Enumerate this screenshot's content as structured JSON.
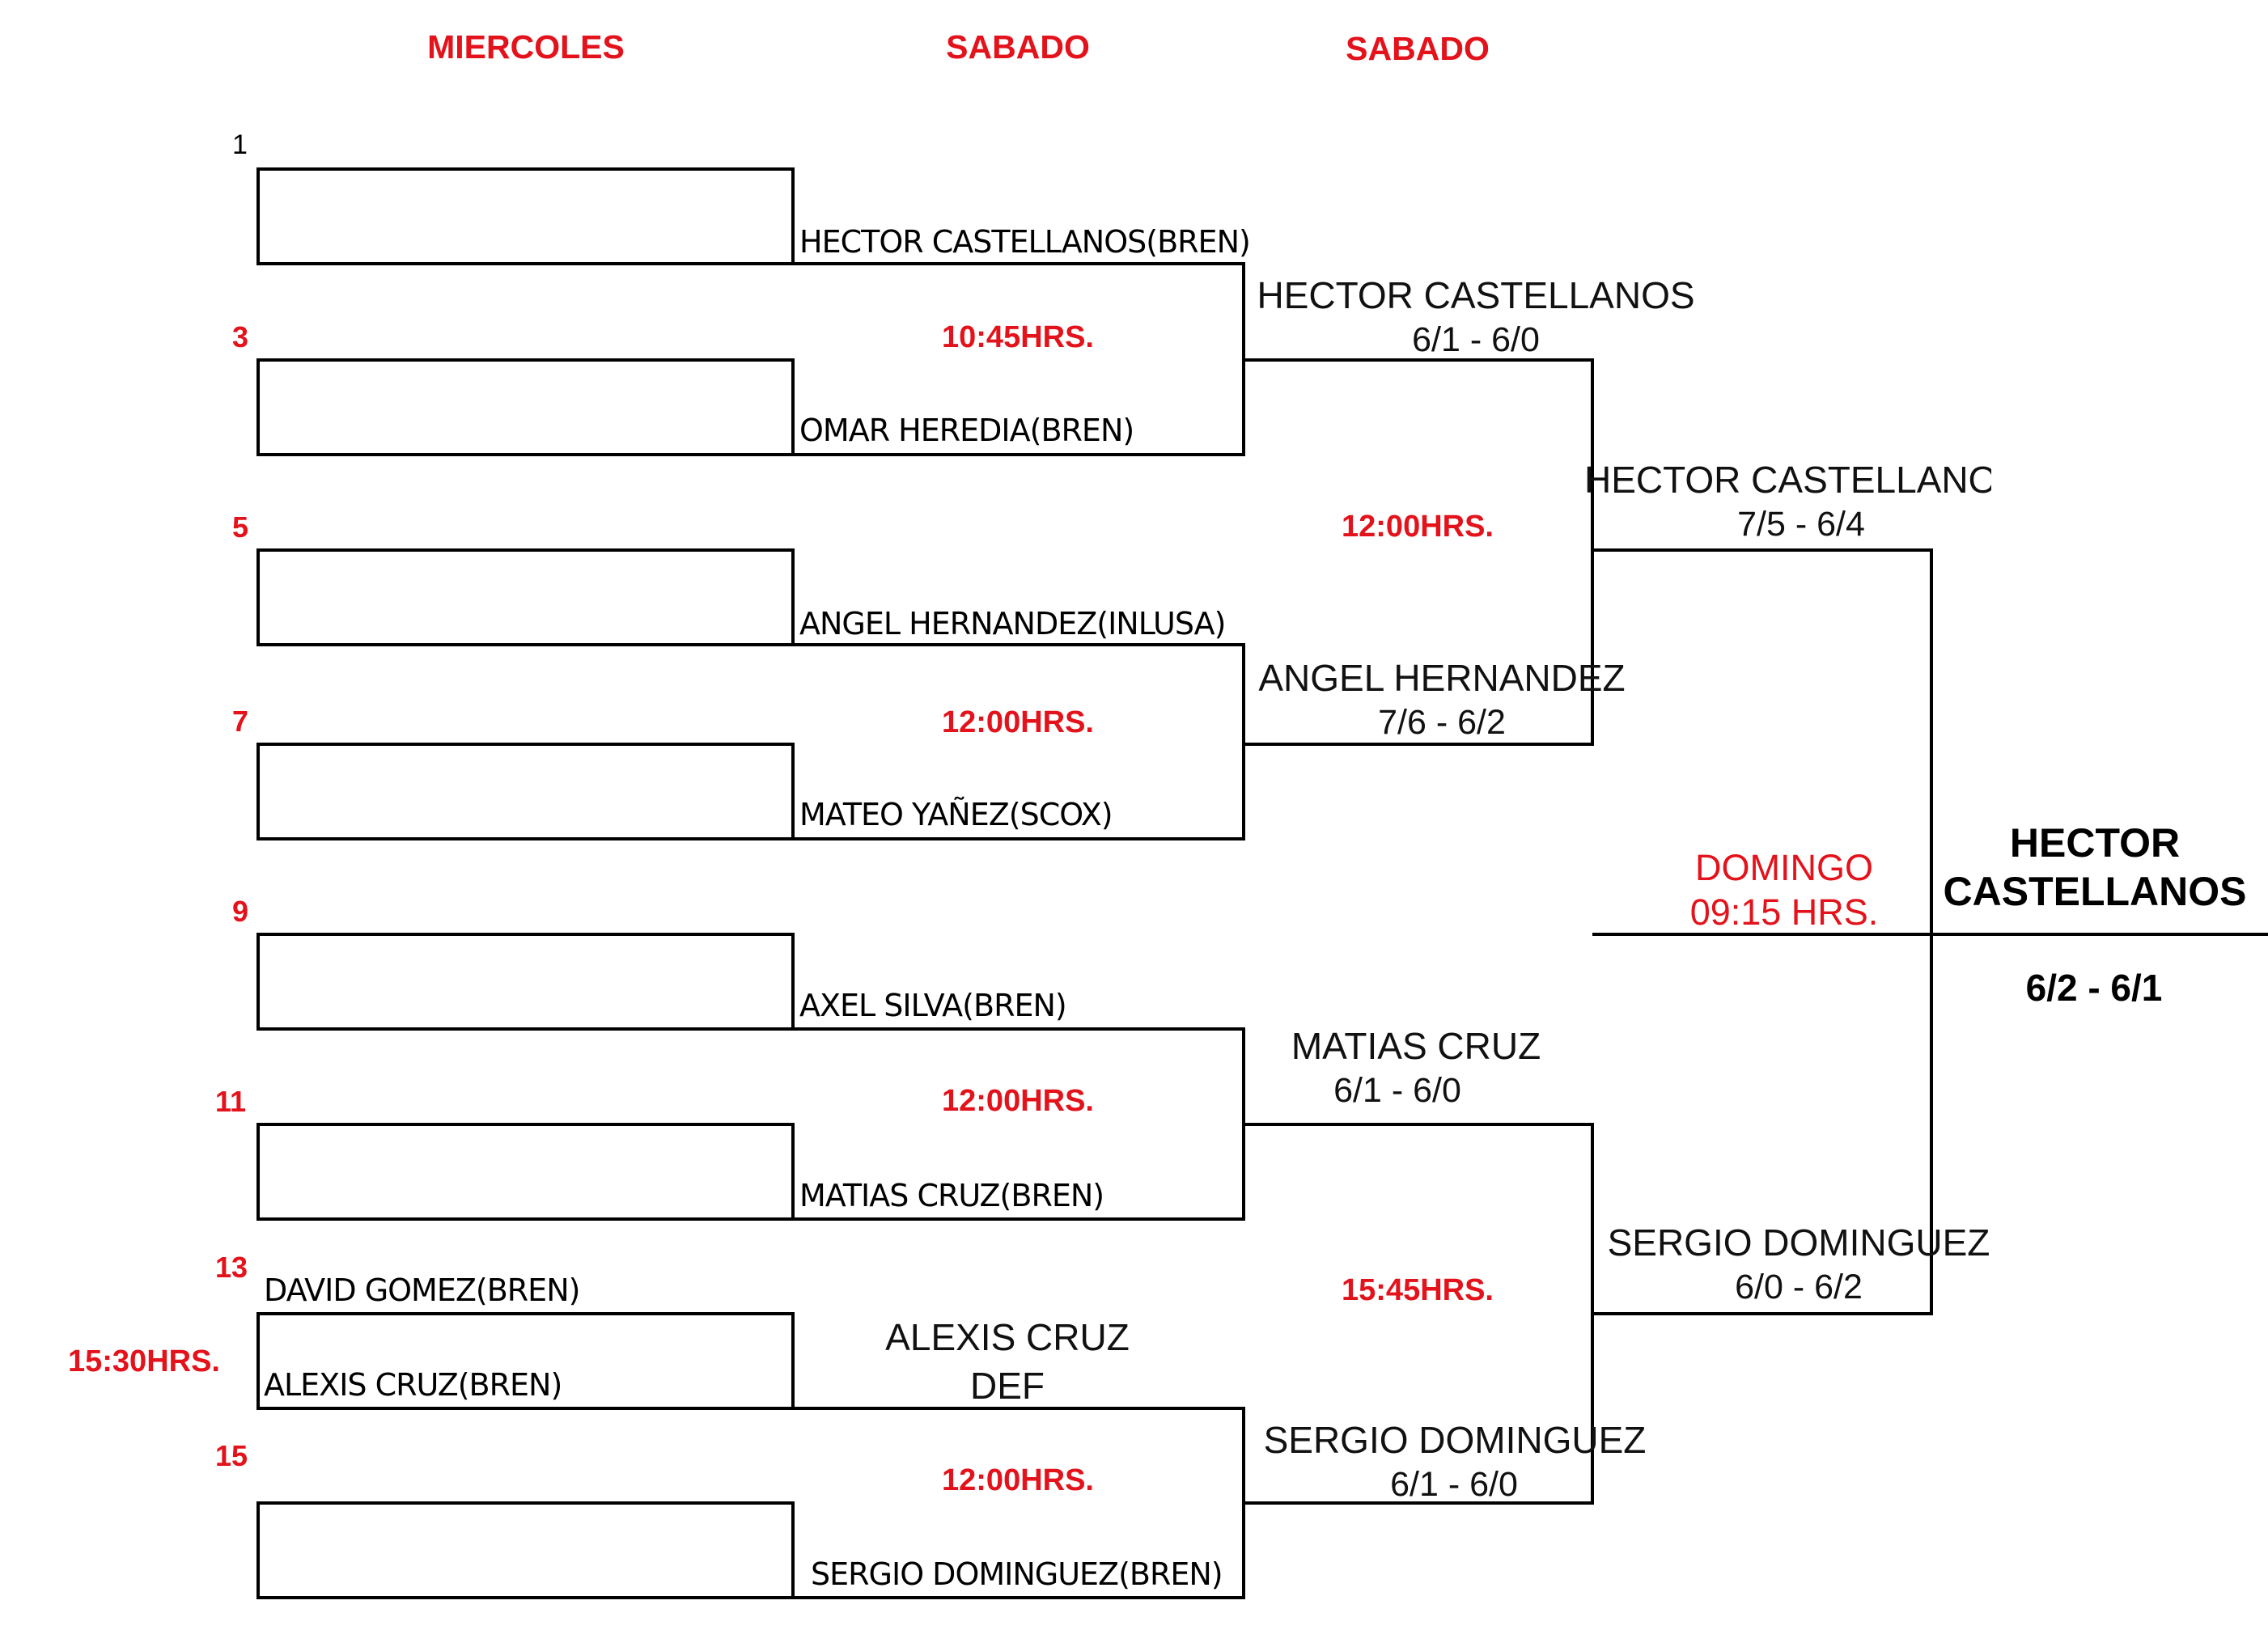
{
  "headers": {
    "day1": "MIERCOLES",
    "day2": "SABADO",
    "day3": "SABADO"
  },
  "seeds": {
    "s1": "1",
    "s3": "3",
    "s5": "5",
    "s7": "7",
    "s9": "9",
    "s11": "11",
    "s13": "13",
    "s15": "15"
  },
  "round1": {
    "p13": "DAVID GOMEZ(BREN)",
    "p14": "ALEXIS CRUZ(BREN)",
    "time": "15:30HRS."
  },
  "round2": {
    "p1": "HECTOR CASTELLANOS(BREN)",
    "p2": "OMAR HEREDIA(BREN)",
    "p3": "ANGEL HERNANDEZ(INLUSA)",
    "p4": "MATEO YAÑEZ(SCOX)",
    "p5": "AXEL SILVA(BREN)",
    "p6": "MATIAS CRUZ(BREN)",
    "p8": "SERGIO DOMINGUEZ(BREN)",
    "time1": "10:45HRS.",
    "time2": "12:00HRS.",
    "time3": "12:00HRS.",
    "time4": "12:00HRS.",
    "walkover_winner": "ALEXIS CRUZ",
    "walkover_label": "DEF"
  },
  "quarterfinals": {
    "w1": "HECTOR CASTELLANOS",
    "w1_score": "6/1  -  6/0",
    "w2": "ANGEL HERNANDEZ",
    "w2_score": "7/6  -  6/2",
    "w3": "MATIAS CRUZ",
    "w3_score": "6/1  -  6/0",
    "w4": "SERGIO DOMINGUEZ",
    "w4_score": "6/1 -  6/0"
  },
  "semifinals": {
    "time_top": "12:00HRS.",
    "time_bottom": "15:45HRS.",
    "w1": "HECTOR CASTELLANO",
    "w1_score": "7/5  -  6/4",
    "w2": "SERGIO DOMINGUEZ",
    "w2_score": "6/0  -  6/2"
  },
  "final": {
    "day": "DOMINGO",
    "time": "09:15 HRS.",
    "champion_line1": "HECTOR",
    "champion_line2": "CASTELLANOS",
    "score": "6/2  -  6/1"
  },
  "colors": {
    "accent": "#e3121b",
    "lines": "#000000",
    "background": "#ffffff"
  }
}
